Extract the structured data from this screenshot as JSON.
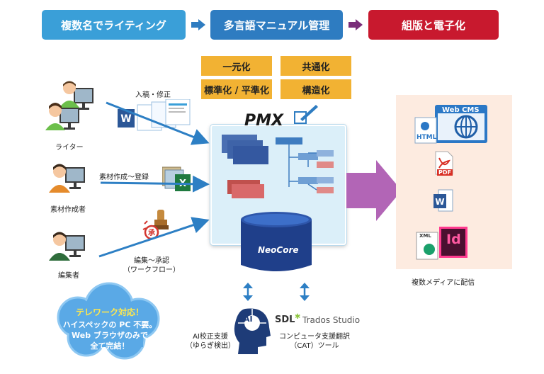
{
  "flow": {
    "step1": "複数名でライティング",
    "step2": "多言語マニュアル管理",
    "step3": "組版と電子化"
  },
  "tags": [
    "一元化",
    "共通化",
    "標準化 / 平準化",
    "構造化"
  ],
  "actors": {
    "writer": "ライター",
    "creator": "素材作成者",
    "editor": "編集者"
  },
  "actions": {
    "submit": "入稿・修正",
    "register": "素材作成～登録",
    "approve_line1": "編集～承認",
    "approve_line2": "（ワークフロー）"
  },
  "pmx": {
    "title": "PMX",
    "db_label": "NeoCore"
  },
  "outputs": {
    "webcms": "Web CMS",
    "html": "HTML",
    "pdf": "PDF",
    "xml": "XML",
    "id": "Id",
    "caption": "複数メディアに配信"
  },
  "tools": {
    "ai_label": "AI",
    "ai_line1": "AI校正支援",
    "ai_line2": "（ゆらぎ検出）",
    "sdl_brand": "SDL",
    "sdl_product": "Trados Studio",
    "cat_line1": "コンピュータ支援翻訳",
    "cat_line2": "（CAT）ツール"
  },
  "cloud": {
    "title": "テレワーク対応！",
    "line1": "ハイスペックの PC 不要。",
    "line2": "Web ブラウザのみで",
    "line3": "全て完結！"
  },
  "colors": {
    "step1": "#3a9fd8",
    "step2": "#2e7cc1",
    "step3": "#c8192e",
    "tag": "#f2b233",
    "arrow": "#b265b6",
    "cloud": "#5aa9e6"
  }
}
